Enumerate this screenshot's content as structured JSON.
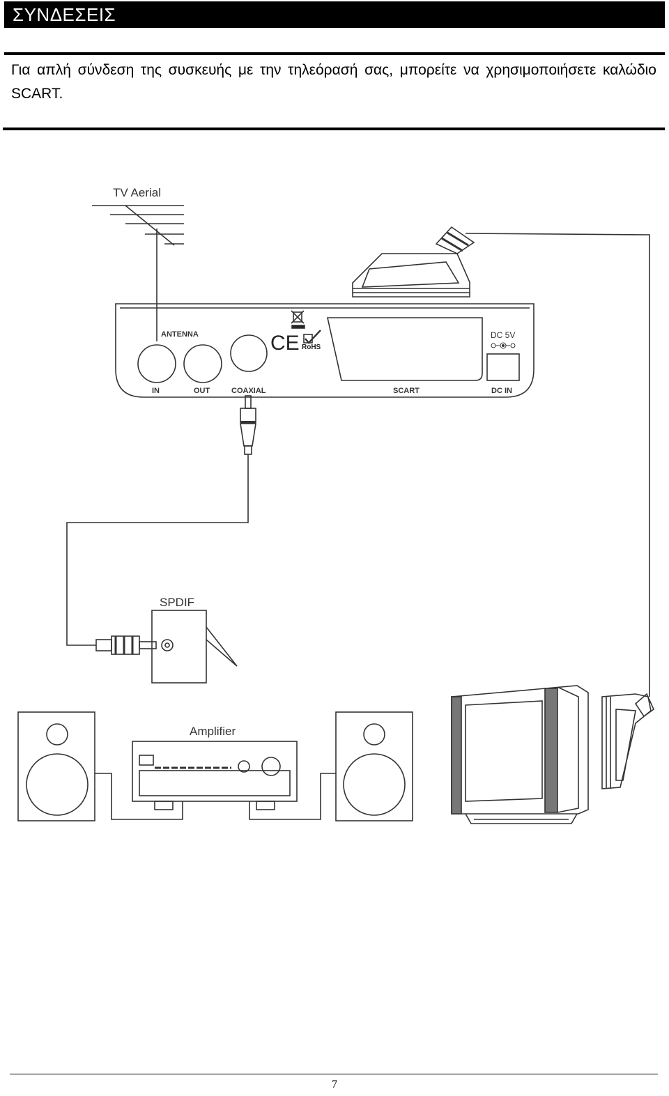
{
  "header": {
    "title": "ΣΥΝΔΕΣΕΙΣ"
  },
  "intro": {
    "text": "Για απλή σύνδεση της συσκευής με την τηλεόρασή σας, μπορείτε να χρησιμοποιήσετε καλώδιο SCART."
  },
  "diagram": {
    "tv_aerial_label": "TV Aerial",
    "panel": {
      "antenna_label": "ANTENNA",
      "in_label": "IN",
      "out_label": "OUT",
      "coaxial_label": "COAXIAL",
      "scart_label": "SCART",
      "dc_in_label": "DC IN",
      "dc_voltage_label": "DC 5V",
      "ce_mark": "CE",
      "rohs_mark": "RoHS"
    },
    "spdif_label": "SPDIF",
    "amplifier_label": "Amplifier"
  },
  "footer": {
    "page_number": "7"
  }
}
